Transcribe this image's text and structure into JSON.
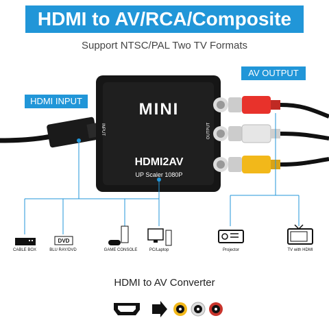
{
  "header": {
    "title": "HDMI to AV/RCA/Composite"
  },
  "subtitle": "Support NTSC/PAL Two TV Formats",
  "labels": {
    "hdmi_input": "HDMI INPUT",
    "av_output": "AV OUTPUT"
  },
  "device": {
    "brand": "MINI",
    "model": "HDMI2AV",
    "feature": "UP Scaler 1080P",
    "input_port": "INPUT",
    "output_port": "OUTPUT"
  },
  "sources": [
    {
      "label": "CABLE BOX",
      "icon": "cable-box-icon"
    },
    {
      "label": "BLU RAY/DVD",
      "icon": "dvd-icon",
      "badge": "DVD"
    },
    {
      "label": "GAME CONSOLE",
      "icon": "game-console-icon"
    },
    {
      "label": "PC/Laptop",
      "icon": "pc-icon"
    }
  ],
  "outputs": [
    {
      "label": "Projector",
      "icon": "projector-icon"
    },
    {
      "label": "TV with HDMI",
      "icon": "tv-icon"
    }
  ],
  "converter_title": "HDMI to AV Converter",
  "colors": {
    "accent": "#2196d8",
    "rca_red": "#e8322b",
    "rca_white": "#e6e6e6",
    "rca_yellow": "#f2b81a"
  }
}
